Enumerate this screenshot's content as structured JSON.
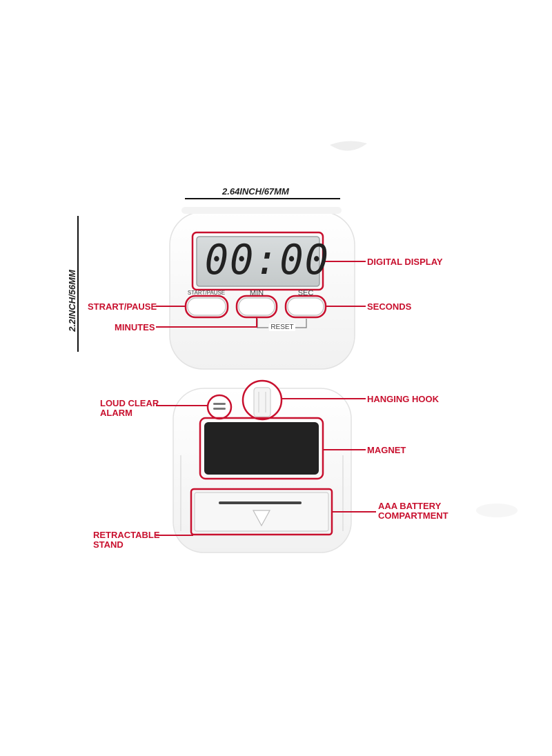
{
  "dimensions": {
    "width_label": "2.64INCH/67MM",
    "height_label": "2.2INCH/56MM"
  },
  "timer_front": {
    "display_value": "00:00",
    "buttons": {
      "start_pause": "START/PAUSE",
      "min": "MIN",
      "sec": "SEC",
      "reset": "RESET"
    }
  },
  "callouts": {
    "digital_display": "DIGITAL DISPLAY",
    "start_pause": "STRART/PAUSE",
    "seconds": "SECONDS",
    "minutes": "MINUTES",
    "loud_alarm_line1": "LOUD CLEAR",
    "loud_alarm_line2": "ALARM",
    "hanging_hook": "HANGING HOOK",
    "magnet": "MAGNET",
    "battery_line1": "AAA BATTERY",
    "battery_line2": "COMPARTMENT",
    "stand_line1": "RETRACTABLE",
    "stand_line2": "STAND"
  },
  "colors": {
    "callout_red": "#c8102e",
    "lcd_bg": "#cfd3d4",
    "magnet_black": "#222222"
  }
}
